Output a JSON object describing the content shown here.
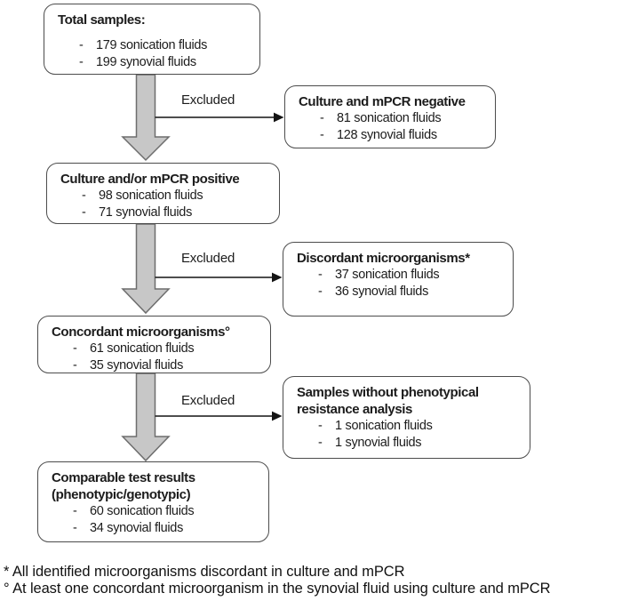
{
  "diagram": {
    "bullet": "-",
    "boxes": [
      {
        "title": "Total samples:",
        "items": [
          "179 sonication fluids",
          "199 synovial fluids"
        ]
      },
      {
        "title": "Culture and mPCR negative",
        "items": [
          "81 sonication fluids",
          "128 synovial fluids"
        ]
      },
      {
        "title": "Culture and/or mPCR positive",
        "items": [
          "98 sonication fluids",
          "71 synovial fluids"
        ]
      },
      {
        "title": "Discordant microorganisms*",
        "items": [
          "37 sonication fluids",
          "36 synovial fluids"
        ]
      },
      {
        "title": "Concordant microorganisms°",
        "items": [
          "61 sonication fluids",
          "35 synovial fluids"
        ]
      },
      {
        "title": "Samples without phenotypical resistance analysis",
        "items": [
          "1 sonication fluids",
          "1 synovial fluids"
        ]
      },
      {
        "title": "Comparable test results (phenotypic/genotypic)",
        "items": [
          "60 sonication fluids",
          "34 synovial fluids"
        ]
      }
    ],
    "connectors": [
      {
        "label": "Excluded"
      },
      {
        "label": "Excluded"
      },
      {
        "label": "Excluded"
      }
    ],
    "footnotes": [
      "* All identified microorganisms discordant in culture and mPCR",
      "° At least one concordant microorganism in the synovial fluid using culture and mPCR"
    ],
    "colors": {
      "box_border": "#4c4c4c",
      "text": "#1c1c1c",
      "arrow_fill": "#c7c7c7",
      "arrow_border": "#6d6d6d",
      "thin_arrow": "#141414"
    }
  }
}
